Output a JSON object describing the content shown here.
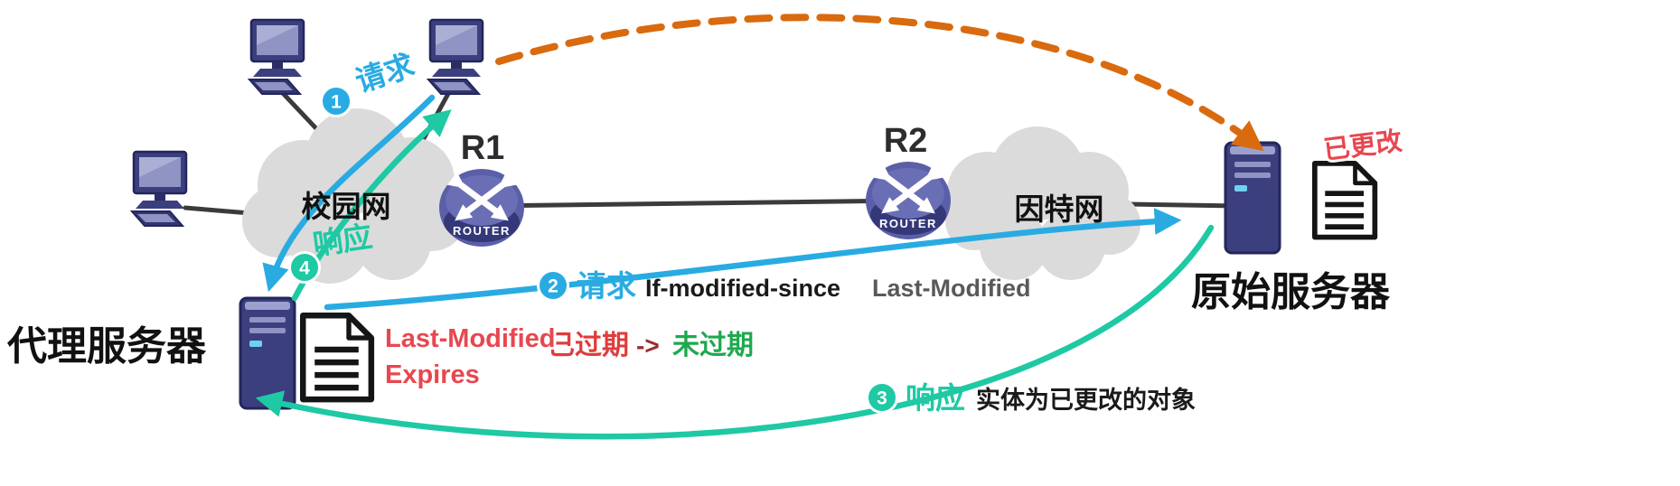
{
  "clouds": {
    "campus": "校园网",
    "internet": "因特网"
  },
  "routers": {
    "r1": "R1",
    "r2": "R2",
    "caption": "ROUTER"
  },
  "servers": {
    "proxy": "代理服务器",
    "origin": "原始服务器"
  },
  "documents": {
    "origin_tag": "已更改",
    "proxy_line1": "Last-Modified",
    "proxy_line2": "Expires"
  },
  "steps": [
    {
      "num": "1",
      "label": "请求"
    },
    {
      "num": "2",
      "label": "请求",
      "detail": "If-modified-since",
      "detail2": "Last-Modified"
    },
    {
      "num": "3",
      "label": "响应",
      "detail": "实体为已更改的对象"
    },
    {
      "num": "4",
      "label": "响应"
    }
  ],
  "cache_note": {
    "expired": "已过期",
    "separator": "->",
    "fresh": "未过期"
  },
  "colors": {
    "request_blue": "#29ABE2",
    "response_green": "#1EC9A4",
    "fetch_orange": "#D96A0E",
    "alert_red": "#E8474F",
    "expired_red": "#E03C3C",
    "fresh_green": "#1FA84F",
    "device_navy": "#3B3F7E",
    "cloud_gray": "#DBDBDB"
  }
}
